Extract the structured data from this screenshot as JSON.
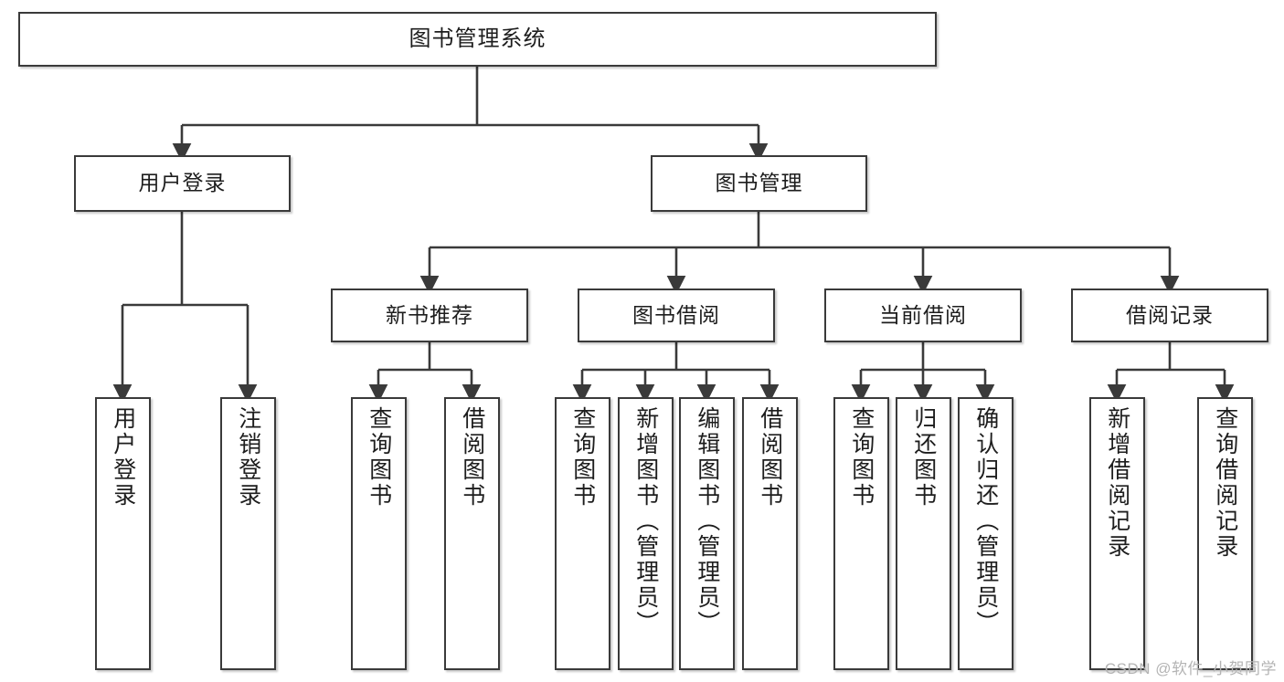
{
  "diagram": {
    "title": "图书管理系统",
    "type": "tree-hierarchy",
    "background_color": "#ffffff",
    "box_border_color": "#3a3a3a",
    "text_color": "#1d1d1d",
    "connector_color": "#3a3a3a"
  },
  "nodes": {
    "root": {
      "label": "图书管理系统"
    },
    "level2": [
      {
        "label": "用户登录"
      },
      {
        "label": "图书管理"
      }
    ],
    "level3": [
      {
        "label": "新书推荐"
      },
      {
        "label": "图书借阅"
      },
      {
        "label": "当前借阅"
      },
      {
        "label": "借阅记录"
      }
    ],
    "leaves": [
      {
        "label": "用户登录",
        "parent": "用户登录"
      },
      {
        "label": "注销登录",
        "parent": "用户登录"
      },
      {
        "label": "查询图书",
        "parent": "新书推荐"
      },
      {
        "label": "借阅图书",
        "parent": "新书推荐"
      },
      {
        "label": "查询图书",
        "parent": "图书借阅"
      },
      {
        "label": "新增图书（管理员）",
        "parent": "图书借阅"
      },
      {
        "label": "编辑图书（管理员）",
        "parent": "图书借阅"
      },
      {
        "label": "借阅图书",
        "parent": "图书借阅"
      },
      {
        "label": "查询图书",
        "parent": "当前借阅"
      },
      {
        "label": "归还图书",
        "parent": "当前借阅"
      },
      {
        "label": "确认归还（管理员）",
        "parent": "当前借阅"
      },
      {
        "label": "新增借阅记录",
        "parent": "借阅记录"
      },
      {
        "label": "查询借阅记录",
        "parent": "借阅记录"
      }
    ]
  },
  "watermark": {
    "text": "CSDN @软件_小贺同学"
  }
}
